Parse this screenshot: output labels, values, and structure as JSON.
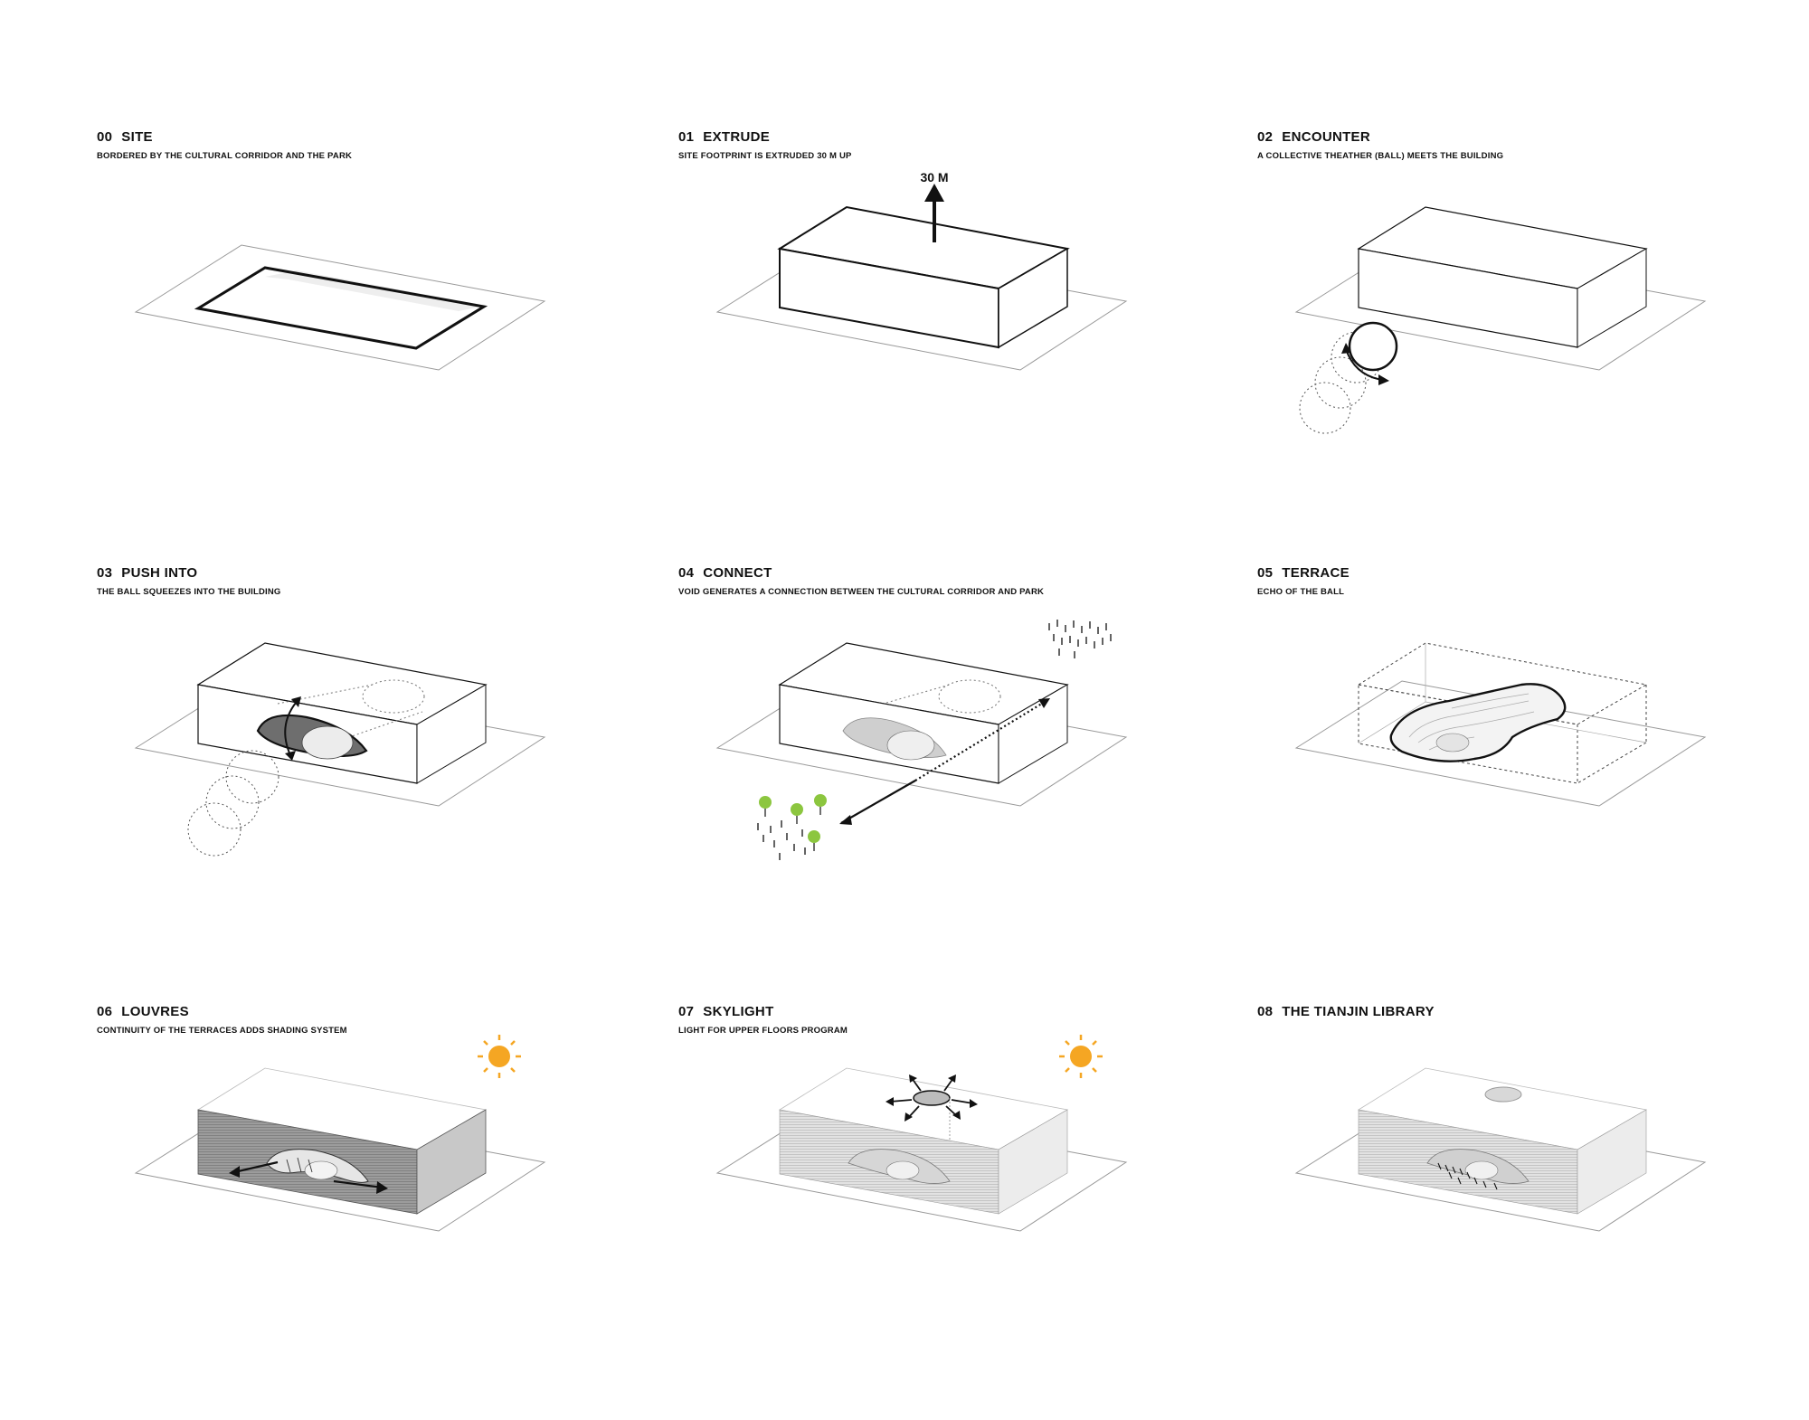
{
  "panels": [
    {
      "num": "00",
      "title": "SITE",
      "subtitle": "BORDERED BY THE CULTURAL CORRIDOR AND THE PARK"
    },
    {
      "num": "01",
      "title": "EXTRUDE",
      "subtitle": "SITE FOOTPRINT IS EXTRUDED 30 M UP",
      "annotation": "30 M"
    },
    {
      "num": "02",
      "title": "ENCOUNTER",
      "subtitle": "A COLLECTIVE THEATHER (BALL) MEETS THE BUILDING"
    },
    {
      "num": "03",
      "title": "PUSH INTO",
      "subtitle": "THE BALL SQUEEZES INTO THE BUILDING"
    },
    {
      "num": "04",
      "title": "CONNECT",
      "subtitle": "VOID GENERATES A CONNECTION BETWEEN THE CULTURAL CORRIDOR AND PARK"
    },
    {
      "num": "05",
      "title": "TERRACE",
      "subtitle": "ECHO OF THE BALL"
    },
    {
      "num": "06",
      "title": "LOUVRES",
      "subtitle": "CONTINUITY OF THE TERRACES ADDS SHADING SYSTEM"
    },
    {
      "num": "07",
      "title": "SKYLIGHT",
      "subtitle": "LIGHT FOR UPPER FLOORS PROGRAM"
    },
    {
      "num": "08",
      "title": "THE TIANJIN LIBRARY",
      "subtitle": ""
    }
  ],
  "colors": {
    "sun": "#f5a623",
    "tree": "#8cc63f",
    "line": "#111111",
    "ground": "#999999"
  }
}
